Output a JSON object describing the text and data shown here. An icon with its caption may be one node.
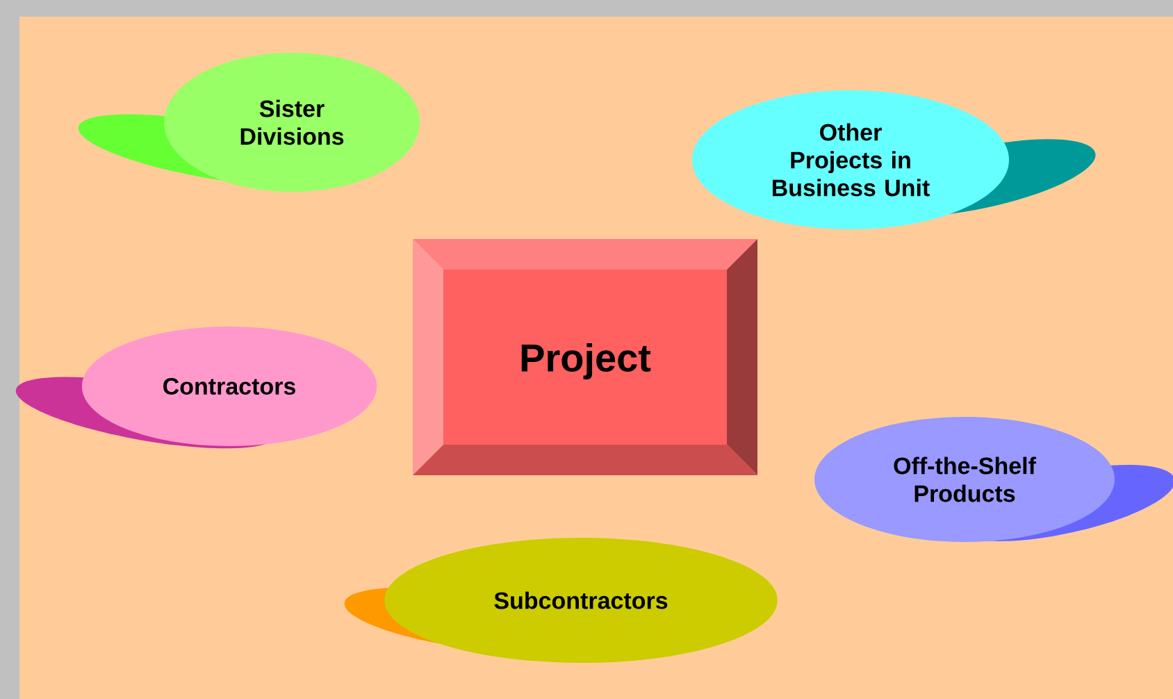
{
  "diagram": {
    "nodes": [
      {
        "text": [
          "Sister Divisions"
        ]
      },
      {
        "text": [
          "Other Projects in Business Unit"
        ]
      },
      {
        "text": [
          "Project"
        ]
      },
      {
        "text": [
          "Contractors"
        ]
      },
      {
        "text": [
          "Off-the-Shelf Products"
        ]
      },
      {
        "text": [
          "Subcontractors"
        ]
      }
    ]
  }
}
